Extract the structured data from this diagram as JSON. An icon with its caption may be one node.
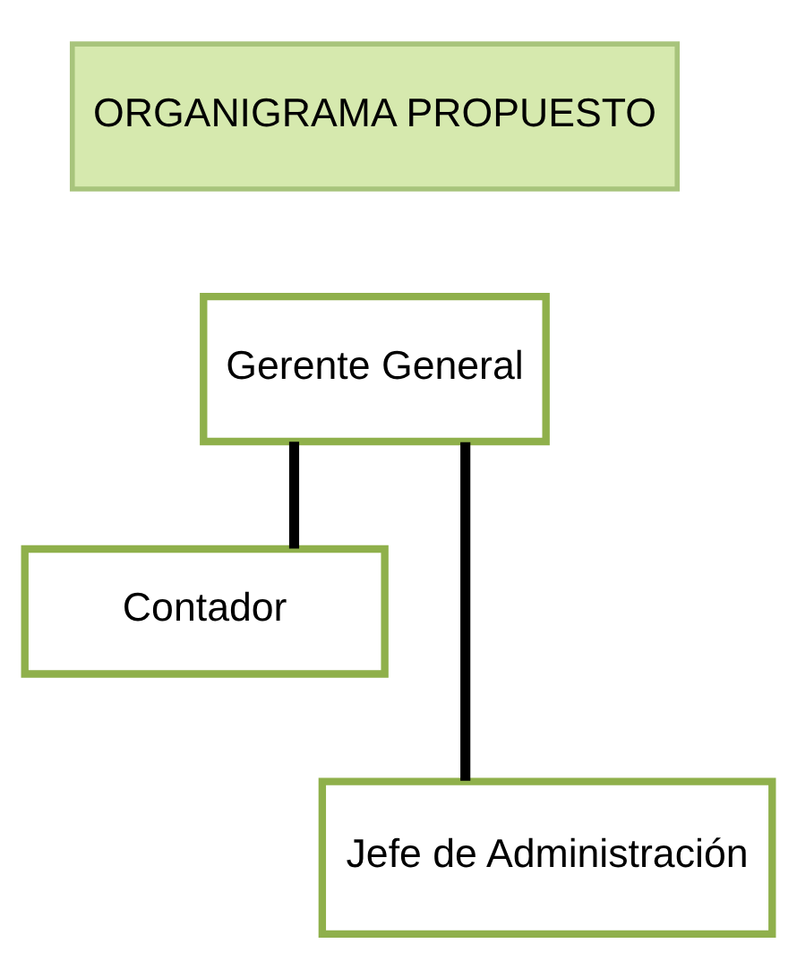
{
  "diagram": {
    "nodes": [
      {
        "text": [
          "ORGANIGRAMA PROPUESTO"
        ]
      },
      {
        "text": [
          "Gerente General"
        ]
      },
      {
        "text": [
          "Contador"
        ]
      },
      {
        "text": [
          "Jefe de Administración"
        ]
      }
    ],
    "edges": [
      {
        "from": 1,
        "to": 3,
        "arrow": "none"
      },
      {
        "from": 1,
        "to": 2,
        "arrow": "none"
      }
    ]
  }
}
